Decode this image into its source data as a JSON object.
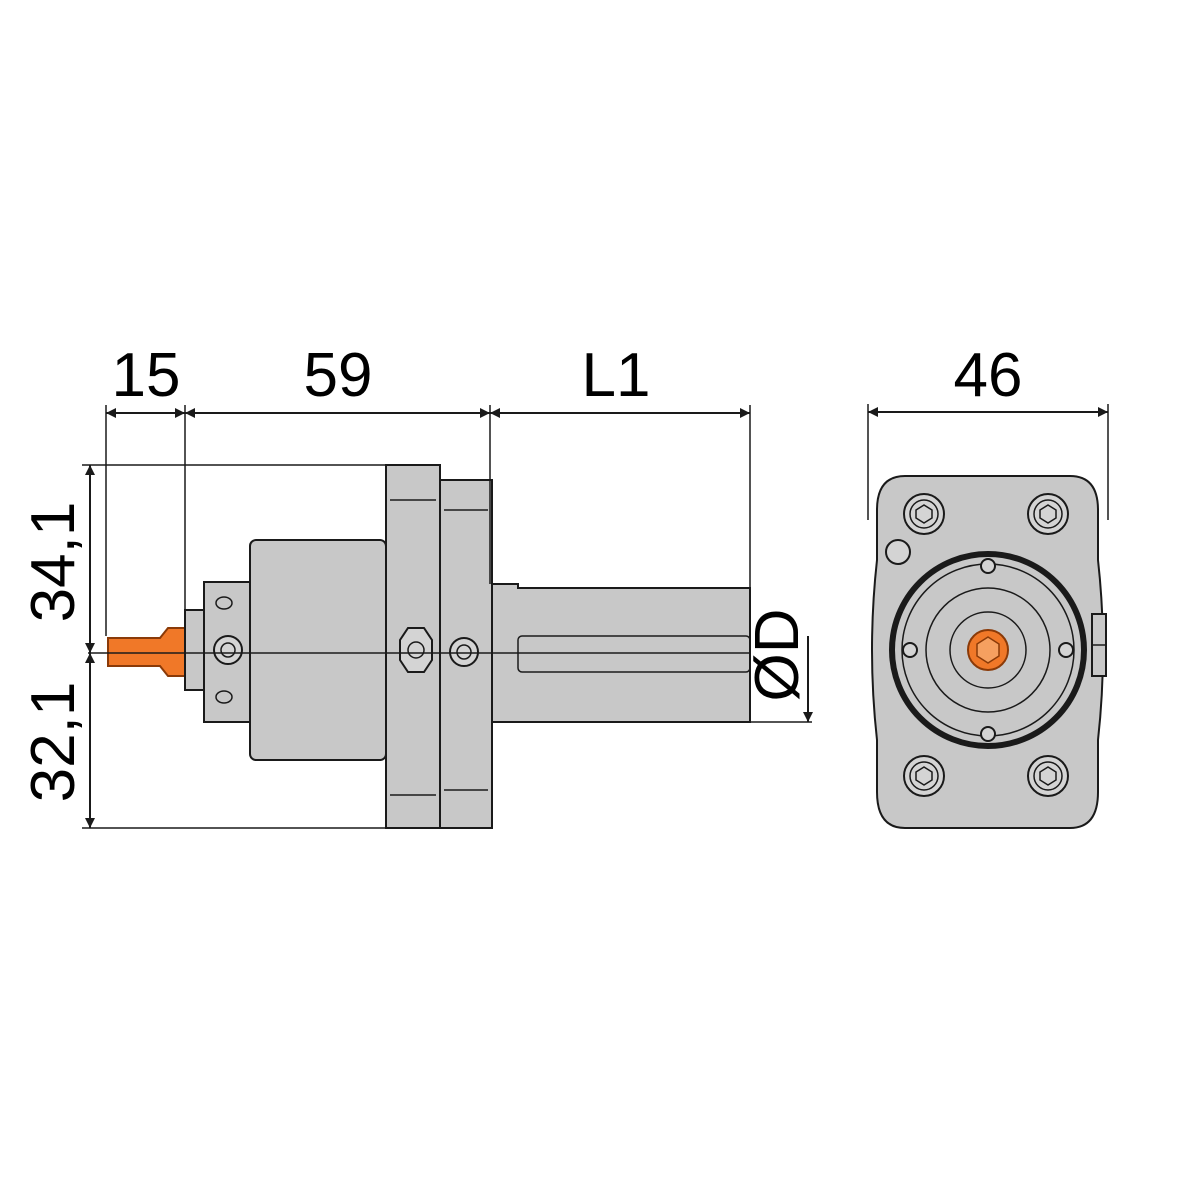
{
  "dimensions": {
    "tool_protrusion": "15",
    "body_length": "59",
    "shank_length": "L1",
    "upper_height": "34,1",
    "lower_height": "32,1",
    "shank_diameter": "ØD",
    "flange_width": "46"
  },
  "colors": {
    "body": "#c8c8c8",
    "outline": "#1a1a1a",
    "tool": "#f07828",
    "background": "#ffffff"
  },
  "icons": {
    "bolt": "hex-socket-screw-icon",
    "center_hex": "hex-drive-icon"
  }
}
